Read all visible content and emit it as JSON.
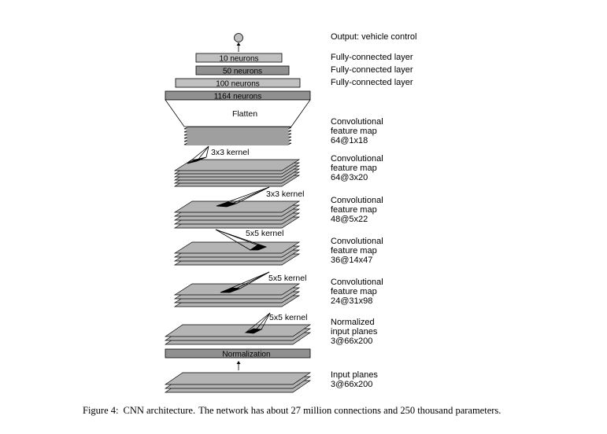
{
  "diagram": {
    "output_label": "Output: vehicle control",
    "fc_layers": [
      {
        "text": "10 neurons",
        "label": "Fully-connected layer"
      },
      {
        "text": "50 neurons",
        "label": "Fully-connected layer"
      },
      {
        "text": "100 neurons",
        "label": "Fully-connected layer"
      },
      {
        "text": "1164 neurons",
        "label": ""
      }
    ],
    "flatten_label": "Flatten",
    "feature_maps": [
      {
        "label": "Convolutional\nfeature map\n64@1x18"
      },
      {
        "label": "Convolutional\nfeature map\n64@3x20"
      },
      {
        "label": "Convolutional\nfeature map\n48@5x22"
      },
      {
        "label": "Convolutional\nfeature map\n36@14x47"
      },
      {
        "label": "Convolutional\nfeature map\n24@31x98"
      },
      {
        "label": "Normalized\ninput planes\n3@66x200"
      },
      {
        "label": "Input planes\n3@66x200"
      }
    ],
    "kernels": [
      "3x3 kernel",
      "3x3 kernel",
      "5x5 kernel",
      "5x5 kernel",
      "5x5 kernel"
    ],
    "normalization_label": "Normalization"
  },
  "caption": {
    "figure": "Figure 4:",
    "title": "CNN architecture.",
    "text": "The network has about 27 million connections and 250 thousand parameters."
  },
  "colors": {
    "dark_gray": "#808080",
    "mid_gray": "#a0a0a0",
    "light_gray": "#c0c0c0",
    "plane_gray": "#b4b4b4",
    "white": "#ffffff"
  }
}
